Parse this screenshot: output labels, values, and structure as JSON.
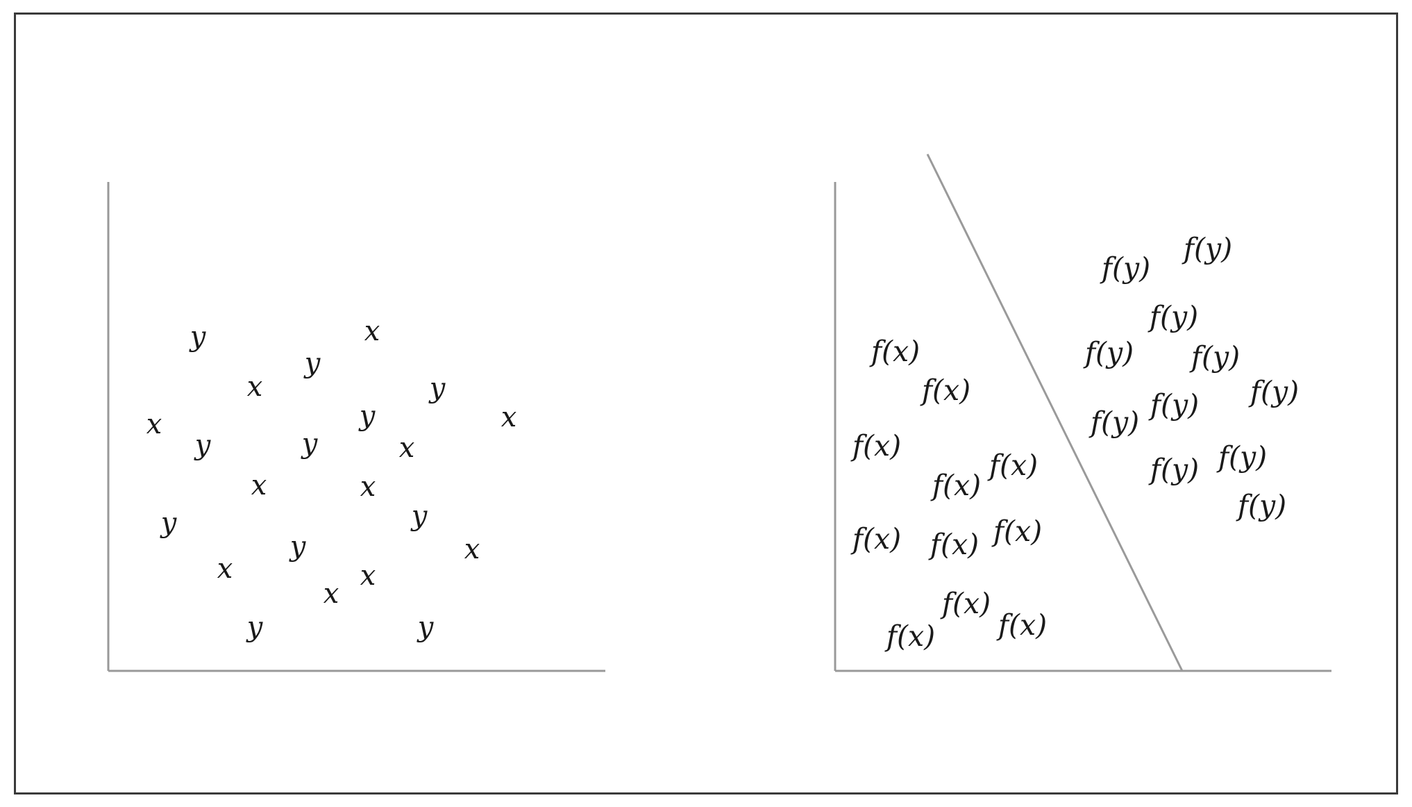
{
  "left_panel": {
    "points": [
      {
        "label": "y"
      },
      {
        "label": "x"
      },
      {
        "label": "y"
      },
      {
        "label": "x"
      },
      {
        "label": "y"
      },
      {
        "label": "x"
      },
      {
        "label": "y"
      },
      {
        "label": "x"
      },
      {
        "label": "y"
      },
      {
        "label": "y"
      },
      {
        "label": "x"
      },
      {
        "label": "x"
      },
      {
        "label": "x"
      },
      {
        "label": "y"
      },
      {
        "label": "y"
      },
      {
        "label": "y"
      },
      {
        "label": "x"
      },
      {
        "label": "x"
      },
      {
        "label": "x"
      },
      {
        "label": "x"
      },
      {
        "label": "y"
      },
      {
        "label": "y"
      }
    ]
  },
  "right_panel": {
    "points": [
      {
        "label": "f(x)"
      },
      {
        "label": "f(x)"
      },
      {
        "label": "f(x)"
      },
      {
        "label": "f(x)"
      },
      {
        "label": "f(x)"
      },
      {
        "label": "f(x)"
      },
      {
        "label": "f(x)"
      },
      {
        "label": "f(x)"
      },
      {
        "label": "f(x)"
      },
      {
        "label": "f(x)"
      },
      {
        "label": "f(x)"
      },
      {
        "label": "f(y)"
      },
      {
        "label": "f(y)"
      },
      {
        "label": "f(y)"
      },
      {
        "label": "f(y)"
      },
      {
        "label": "f(y)"
      },
      {
        "label": "f(y)"
      },
      {
        "label": "f(y)"
      },
      {
        "label": "f(y)"
      },
      {
        "label": "f(y)"
      },
      {
        "label": "f(y)"
      },
      {
        "label": "f(y)"
      }
    ]
  },
  "colors": {
    "axis": "#999999",
    "text": "#1a1a1a",
    "frame": "#3a3a3a"
  }
}
